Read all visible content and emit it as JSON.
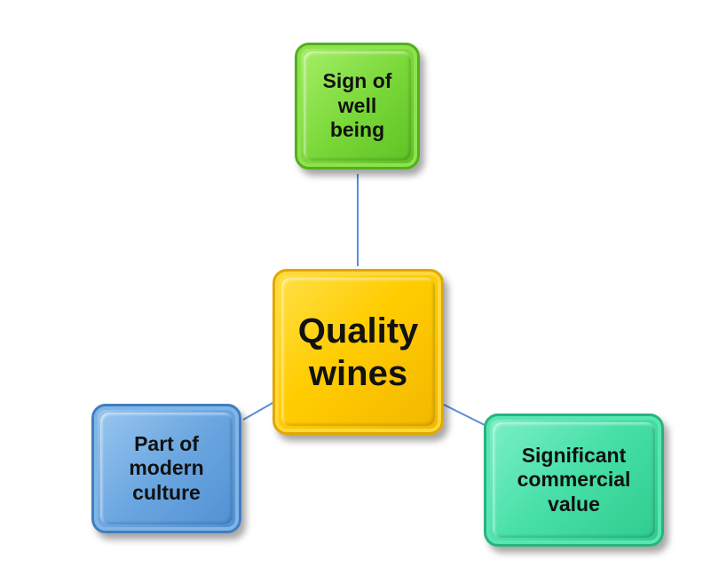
{
  "diagram": {
    "center": {
      "label": "Quality\nwines",
      "color": "#ffcc00"
    },
    "nodes": [
      {
        "id": "top",
        "label": "Sign of\nwell\nbeing",
        "color": "#7bd93a"
      },
      {
        "id": "left",
        "label": "Part of\nmodern\nculture",
        "color": "#6aa6e0"
      },
      {
        "id": "right",
        "label": "Significant\ncommercial\nvalue",
        "color": "#46dfa6"
      }
    ],
    "connector_color": "#5b8fd6"
  }
}
